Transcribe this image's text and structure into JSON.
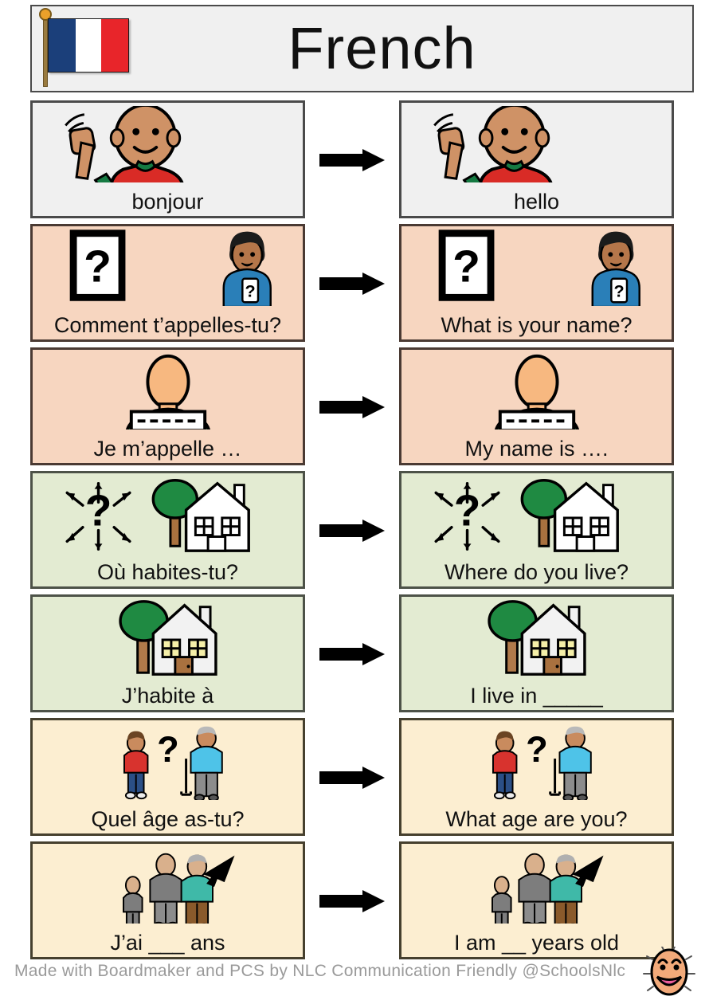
{
  "header": {
    "title": "French",
    "flag_icon": "france-flag-icon",
    "flag_colors": {
      "blue": "#1b3f7a",
      "white": "#ffffff",
      "red": "#e8252a"
    }
  },
  "arrow_icon": "right-arrow-icon",
  "palette": {
    "grey_bg": "#f0f0f0",
    "peach_bg": "#f7d6c0",
    "green_bg": "#e3ebd2",
    "cream_bg": "#fceed1"
  },
  "rows": [
    {
      "style": "grey",
      "french": "bonjour",
      "english": "hello",
      "icon": "waving-person-icon"
    },
    {
      "style": "peach",
      "french": "Comment t’appelles-tu?",
      "english": "What is your name?",
      "icon": "question-card-and-person-icon"
    },
    {
      "style": "peach",
      "french": "Je m’appelle …",
      "english": "My name is ….",
      "icon": "name-badge-person-icon"
    },
    {
      "style": "green",
      "french": "Où habites-tu?",
      "english": "Where do you live?",
      "icon": "question-arrows-house-icon"
    },
    {
      "style": "green",
      "french": "J’habite à",
      "english": "I live in _____",
      "icon": "house-and-tree-icon"
    },
    {
      "style": "cream",
      "french": "Quel âge as-tu?",
      "english": "What age are you?",
      "icon": "boy-question-oldman-icon"
    },
    {
      "style": "cream",
      "french": "J’ai ___ ans",
      "english": "I am __ years old",
      "icon": "three-ages-people-icon"
    }
  ],
  "footer": {
    "credit": "Made with Boardmaker and PCS by NLC Communication Friendly @SchoolsNlc",
    "smiley_icon": "smiling-face-icon"
  }
}
